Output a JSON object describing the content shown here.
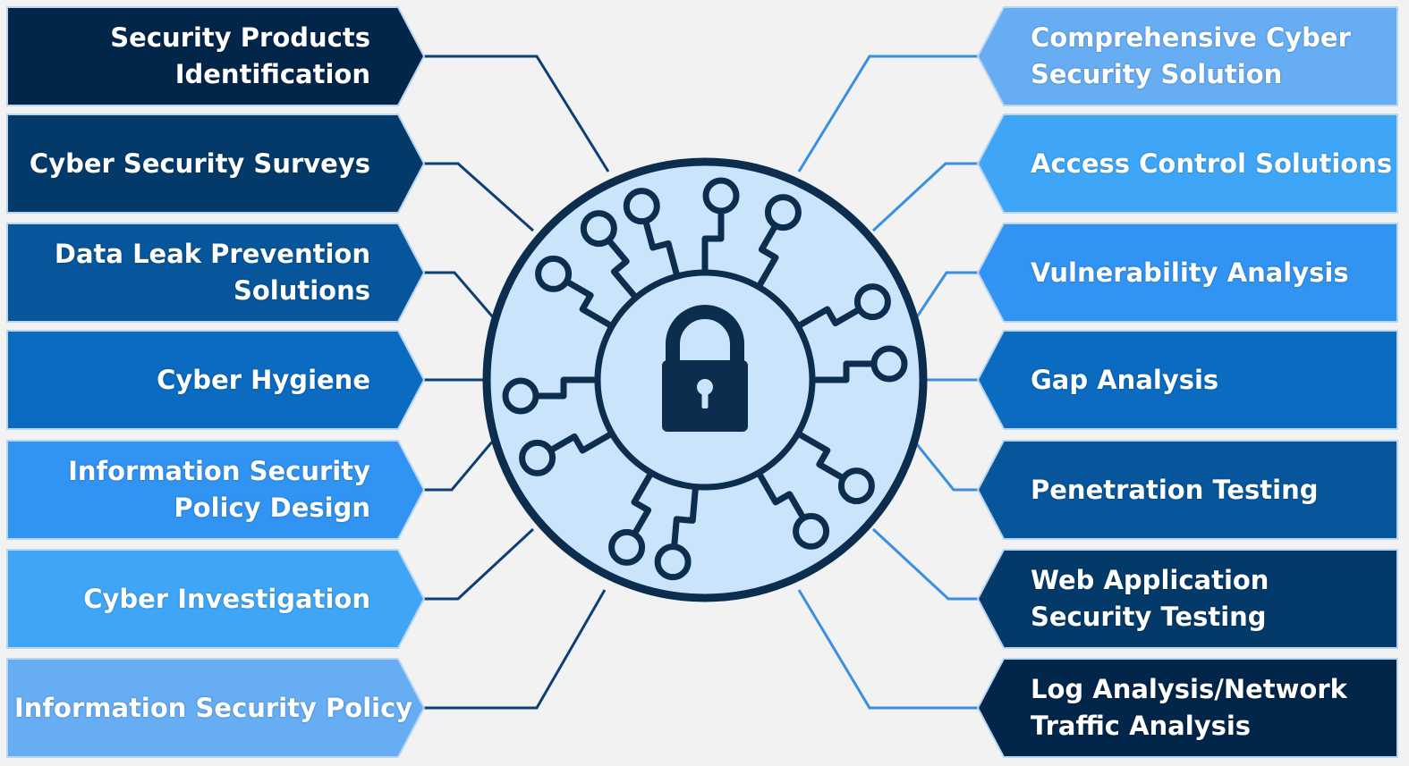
{
  "left_items": [
    {
      "lines": [
        "Security Products",
        "Identification"
      ],
      "color": "#02254a"
    },
    {
      "lines": [
        "Cyber Security Surveys"
      ],
      "color": "#033a6a"
    },
    {
      "lines": [
        "Data Leak Prevention",
        "Solutions"
      ],
      "color": "#07569b"
    },
    {
      "lines": [
        "Cyber Hygiene"
      ],
      "color": "#0a6bc1"
    },
    {
      "lines": [
        "Information Security",
        "Policy Design"
      ],
      "color": "#3193f2"
    },
    {
      "lines": [
        "Cyber Investigation"
      ],
      "color": "#3fa6f7"
    },
    {
      "lines": [
        "Information Security Policy"
      ],
      "color": "#66adf4"
    }
  ],
  "right_items": [
    {
      "lines": [
        "Comprehensive Cyber",
        "Security Solution"
      ],
      "color": "#66adf4"
    },
    {
      "lines": [
        "Access Control Solutions"
      ],
      "color": "#3fa6f7"
    },
    {
      "lines": [
        "Vulnerability Analysis"
      ],
      "color": "#3193f2"
    },
    {
      "lines": [
        "Gap Analysis"
      ],
      "color": "#0a6bc1"
    },
    {
      "lines": [
        "Penetration Testing"
      ],
      "color": "#07569b"
    },
    {
      "lines": [
        "Web Application",
        "Security Testing"
      ],
      "color": "#033a6a"
    },
    {
      "lines": [
        "Log Analysis/Network",
        "Traffic Analysis"
      ],
      "color": "#02254a"
    }
  ],
  "hub": {
    "icon": "padlock-icon",
    "ring_fill": "#c9e4fb",
    "outline": "#0c2d4e",
    "connector_icon": "circuit-node-icon"
  },
  "colors": {
    "background": "#f2f2f2",
    "box_border": "#b9d6f0",
    "left_connector": "#0c3f74",
    "right_connector": "#3a8fe0"
  }
}
